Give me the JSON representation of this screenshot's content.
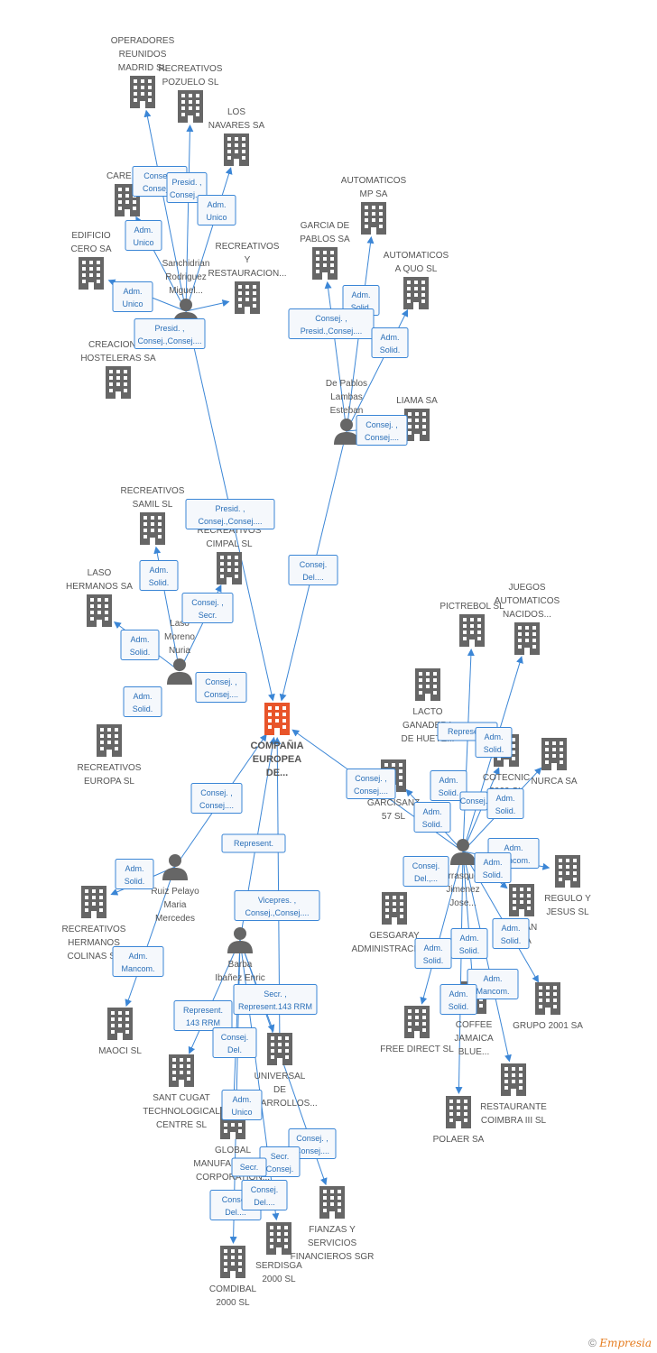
{
  "graph": {
    "center": {
      "id": "center",
      "label": [
        "COMPAÑIA",
        "EUROPEA",
        "DE..."
      ]
    },
    "companies": [
      {
        "id": "operadores",
        "label": [
          "OPERADORES",
          "REUNIDOS",
          "MADRID SL"
        ]
      },
      {
        "id": "recreativos_pozuelo",
        "label": [
          "RECREATIVOS",
          "POZUELO SL"
        ]
      },
      {
        "id": "los_navares",
        "label": [
          "LOS",
          "NAVARES SA"
        ]
      },
      {
        "id": "caredi",
        "label": [
          "CAREDI..."
        ]
      },
      {
        "id": "edificio_cero",
        "label": [
          "EDIFICIO",
          "CERO SA"
        ]
      },
      {
        "id": "recreativos_restauracion",
        "label": [
          "RECREATIVOS",
          "Y",
          "RESTAURACION..."
        ]
      },
      {
        "id": "creaciones_hosteleras",
        "label": [
          "CREACIONES",
          "HOSTELERAS SA"
        ]
      },
      {
        "id": "automaticos_mp",
        "label": [
          "AUTOMATICOS",
          "MP SA"
        ]
      },
      {
        "id": "garcia_de_pablos",
        "label": [
          "GARCIA DE",
          "PABLOS SA"
        ]
      },
      {
        "id": "automaticos_a_quo",
        "label": [
          "AUTOMATICOS",
          "A QUO  SL"
        ]
      },
      {
        "id": "liama",
        "label": [
          "LIAMA SA"
        ]
      },
      {
        "id": "recreativos_samil",
        "label": [
          "RECREATIVOS",
          "SAMIL SL"
        ]
      },
      {
        "id": "recreativos_cimpal",
        "label": [
          "RECREATIVOS",
          "CIMPAL SL"
        ]
      },
      {
        "id": "laso_hermanos",
        "label": [
          "LASO",
          "HERMANOS SA"
        ]
      },
      {
        "id": "recreativos_europa",
        "label": [
          "RECREATIVOS",
          "EUROPA SL"
        ]
      },
      {
        "id": "recreativos_colinas",
        "label": [
          "RECREATIVOS",
          "HERMANOS",
          "COLINAS SL"
        ]
      },
      {
        "id": "maoci",
        "label": [
          "MAOCI SL"
        ]
      },
      {
        "id": "sant_cugat",
        "label": [
          "SANT CUGAT",
          "TECHNOLOGICAL",
          "CENTRE SL"
        ]
      },
      {
        "id": "universal_desarrollos",
        "label": [
          "UNIVERSAL",
          "DE",
          "DESARROLLOS..."
        ]
      },
      {
        "id": "global_manufacturing",
        "label": [
          "GLOBAL",
          "MANUFACTURING",
          "CORPORATION..."
        ]
      },
      {
        "id": "fianzas",
        "label": [
          "FIANZAS Y",
          "SERVICIOS",
          "FINANCIEROS SGR"
        ]
      },
      {
        "id": "serdisga",
        "label": [
          "SERDISGA",
          "2000 SL"
        ]
      },
      {
        "id": "comdibal",
        "label": [
          "COMDIBAL",
          "2000 SL"
        ]
      },
      {
        "id": "pictrebol",
        "label": [
          "PICTREBOL SL"
        ]
      },
      {
        "id": "juegos_automaticos",
        "label": [
          "JUEGOS",
          "AUTOMATICOS",
          "NACIDOS..."
        ]
      },
      {
        "id": "lacto_ganadera",
        "label": [
          "LACTO",
          "GANADERA",
          "DE HUETE..."
        ]
      },
      {
        "id": "cotecnic",
        "label": [
          "COTECNIC",
          "2000 SL"
        ]
      },
      {
        "id": "nurca",
        "label": [
          "NURCA SA"
        ]
      },
      {
        "id": "garcisanz",
        "label": [
          "GARCISANZ",
          "57 SL"
        ]
      },
      {
        "id": "gesgaray",
        "label": [
          "GESGARAY",
          "ADMINISTRACION..."
        ]
      },
      {
        "id": "regulo_jesus",
        "label": [
          "REGULO Y",
          "JESUS SL"
        ]
      },
      {
        "id": "juan_sa",
        "label": [
          "...JUAN",
          "...SA"
        ]
      },
      {
        "id": "grupo_2001",
        "label": [
          "GRUPO 2001 SA"
        ]
      },
      {
        "id": "free_direct",
        "label": [
          "FREE DIRECT  SL"
        ]
      },
      {
        "id": "coffee_jamaica",
        "label": [
          "COFFEE",
          "JAMAICA",
          "BLUE..."
        ]
      },
      {
        "id": "restaurante_coimbra",
        "label": [
          "RESTAURANTE",
          "COIMBRA III SL"
        ]
      },
      {
        "id": "polaer",
        "label": [
          "POLAER SA"
        ]
      }
    ],
    "people": [
      {
        "id": "sanchidrian",
        "label": [
          "Sanchidrian",
          "Rodriguez",
          "Miguel..."
        ]
      },
      {
        "id": "de_pablos",
        "label": [
          "De Pablos",
          "Lambas",
          "Esteban"
        ]
      },
      {
        "id": "laso_moreno",
        "label": [
          "Laso",
          "Moreno",
          "Nuria"
        ]
      },
      {
        "id": "ruiz_pelayo",
        "label": [
          "Ruiz Pelayo",
          "Maria",
          "Mercedes"
        ]
      },
      {
        "id": "barba_ibanez",
        "label": [
          "Barba",
          "Ibañez Enric"
        ]
      },
      {
        "id": "serrasqueiro",
        "label": [
          "Serrasqueiro",
          "Jimenez",
          "Jose..."
        ]
      }
    ],
    "roles": [
      {
        "id": "r1",
        "label": [
          "Consej. ,",
          "Consej...."
        ]
      },
      {
        "id": "r2",
        "label": [
          "Presid. ,",
          "Consej...."
        ]
      },
      {
        "id": "r3",
        "label": [
          "Adm.",
          "Unico"
        ]
      },
      {
        "id": "r4",
        "label": [
          "Adm.",
          "Unico"
        ]
      },
      {
        "id": "r5",
        "label": [
          "Adm.",
          "Unico"
        ]
      },
      {
        "id": "r6",
        "label": [
          "Presid. ,",
          "Consej.,Consej...."
        ]
      },
      {
        "id": "r7",
        "label": [
          "Adm.",
          "Solid."
        ]
      },
      {
        "id": "r8",
        "label": [
          "Consej. ,",
          "Presid.,Consej...."
        ]
      },
      {
        "id": "r9",
        "label": [
          "Adm.",
          "Solid."
        ]
      },
      {
        "id": "r10",
        "label": [
          "Consej. ,",
          "Consej...."
        ]
      },
      {
        "id": "r11",
        "label": [
          "Presid. ,",
          "Consej.,Consej...."
        ]
      },
      {
        "id": "r12",
        "label": [
          "Consej.",
          "Del...."
        ]
      },
      {
        "id": "r13",
        "label": [
          "Adm.",
          "Solid."
        ]
      },
      {
        "id": "r14",
        "label": [
          "Consej. ,",
          "Secr."
        ]
      },
      {
        "id": "r15",
        "label": [
          "Adm.",
          "Solid."
        ]
      },
      {
        "id": "r16",
        "label": [
          "Consej. ,",
          "Consej...."
        ]
      },
      {
        "id": "r17",
        "label": [
          "Adm.",
          "Solid."
        ]
      },
      {
        "id": "r18",
        "label": [
          "Consej. ,",
          "Consej...."
        ]
      },
      {
        "id": "r19",
        "label": [
          "Represent."
        ]
      },
      {
        "id": "r20",
        "label": [
          "Adm.",
          "Solid."
        ]
      },
      {
        "id": "r21",
        "label": [
          "Vicepres. ,",
          "Consej.,Consej...."
        ]
      },
      {
        "id": "r22",
        "label": [
          "Adm.",
          "Mancom."
        ]
      },
      {
        "id": "r23",
        "label": [
          "Secr. ,",
          "Represent.143 RRM"
        ]
      },
      {
        "id": "r24",
        "label": [
          "Represent.",
          "143 RRM"
        ]
      },
      {
        "id": "r25",
        "label": [
          "Consej.",
          "Del."
        ]
      },
      {
        "id": "r26",
        "label": [
          "Adm.",
          "Unico"
        ]
      },
      {
        "id": "r27",
        "label": [
          "Consej. ,",
          "Consej...."
        ]
      },
      {
        "id": "r28",
        "label": [
          "Secr.",
          "Consej."
        ]
      },
      {
        "id": "r29",
        "label": [
          "Secr."
        ]
      },
      {
        "id": "r30",
        "label": [
          "Consej.",
          "Del...."
        ]
      },
      {
        "id": "r31",
        "label": [
          "Consej.",
          "Del...."
        ]
      },
      {
        "id": "r32",
        "label": [
          "Represent."
        ]
      },
      {
        "id": "r33",
        "label": [
          "Adm.",
          "Solid."
        ]
      },
      {
        "id": "r34",
        "label": [
          "Consej. ,",
          "Consej...."
        ]
      },
      {
        "id": "r35",
        "label": [
          "Adm.",
          "Solid."
        ]
      },
      {
        "id": "r36",
        "label": [
          "Consej."
        ]
      },
      {
        "id": "r37",
        "label": [
          "Adm.",
          "Solid."
        ]
      },
      {
        "id": "r38",
        "label": [
          "Adm.",
          "Solid."
        ]
      },
      {
        "id": "r39",
        "label": [
          "Consej.",
          "Del.,..."
        ]
      },
      {
        "id": "r40",
        "label": [
          "Adm.",
          "Mancom."
        ]
      },
      {
        "id": "r41",
        "label": [
          "Adm.",
          "Solid."
        ]
      },
      {
        "id": "r42",
        "label": [
          "Adm.",
          "Solid."
        ]
      },
      {
        "id": "r43",
        "label": [
          "Adm.",
          "Solid."
        ]
      },
      {
        "id": "r44",
        "label": [
          "Adm.",
          "Solid."
        ]
      },
      {
        "id": "r45",
        "label": [
          "Adm.",
          "Mancom."
        ]
      },
      {
        "id": "r46",
        "label": [
          "Adm.",
          "Solid."
        ]
      }
    ],
    "colors": {
      "center": "#e8542a",
      "building": "#666666",
      "person": "#666666",
      "edge": "#3b86d6",
      "role_text": "#2a6fb8"
    }
  },
  "footer": {
    "copyright": "©",
    "brand": "Empresia"
  }
}
